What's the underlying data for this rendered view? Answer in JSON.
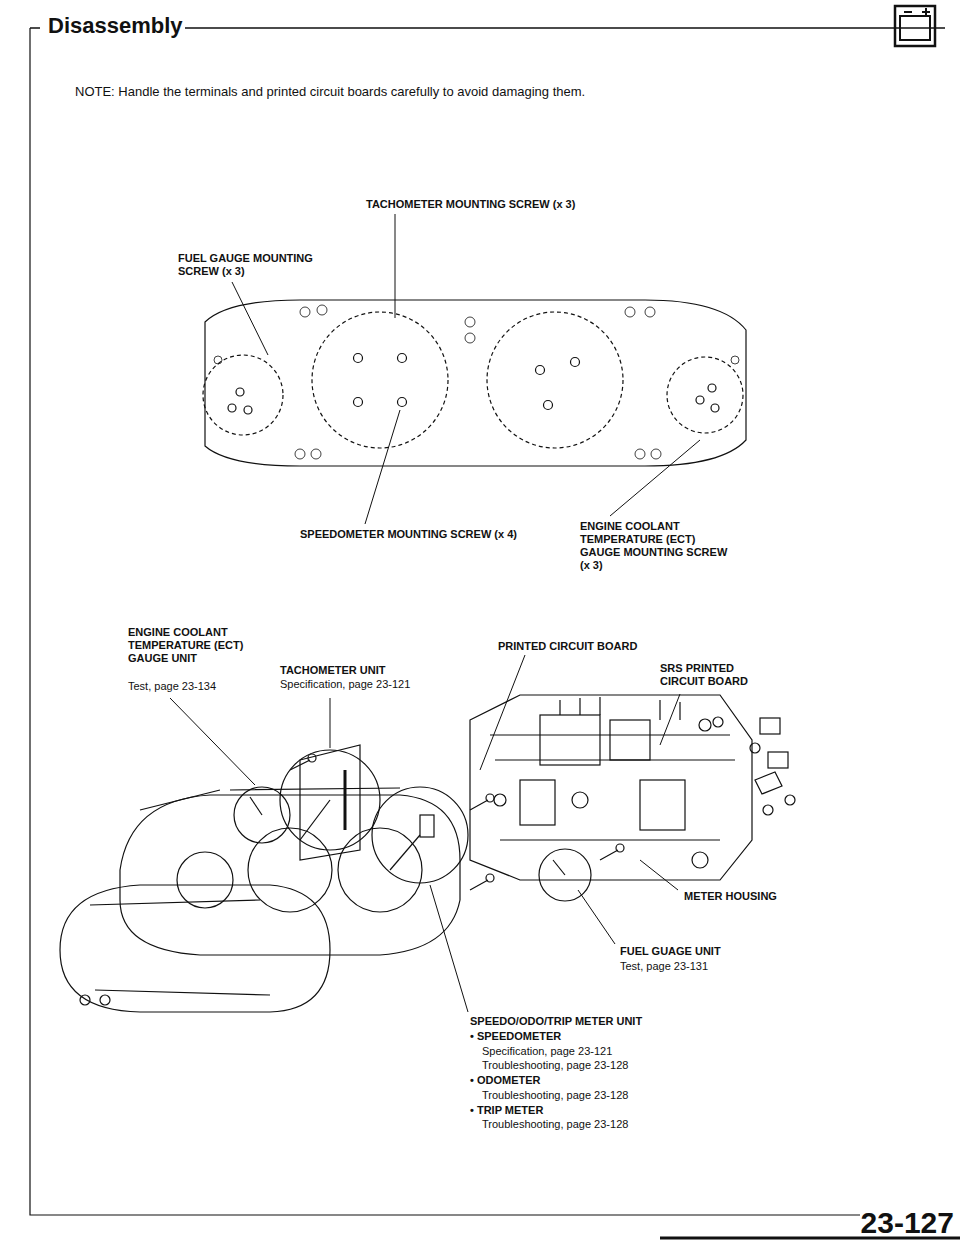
{
  "diagram": {
    "title": "Disassembly",
    "labels": [
      "NOTE: Handle the terminals and printed circuit boards carefully to avoid damaging them.",
      "TACHOMETER MOUNTING SCREW (x 3)",
      "FUEL GAUGE MOUNTING SCREW (x 3)",
      "SPEEDOMETER MOUNTING SCREW (x 4)",
      "ENGINE COOLANT TEMPERATURE (ECT) GAUGE MOUNTING SCREW (x 3)",
      "ENGINE COOLANT TEMPERATURE (ECT) GAUGE UNIT",
      "Test, page 23-134",
      "TACHOMETER UNIT",
      "Specification, page 23-121",
      "PRINTED CIRCUIT BOARD",
      "SRS PRINTED CIRCUIT BOARD",
      "METER HOUSING",
      "FUEL GUAGE UNIT",
      "Test, page 23-131",
      "SPEEDO/ODO/TRIP METER UNIT",
      "• SPEEDOMETER",
      "Specification, page 23-121",
      "Troubleshooting, page 23-128",
      "• ODOMETER",
      "Troubleshooting, page 23-128",
      "• TRIP METER",
      "Troubleshooting, page 23-128",
      "23-127"
    ]
  }
}
